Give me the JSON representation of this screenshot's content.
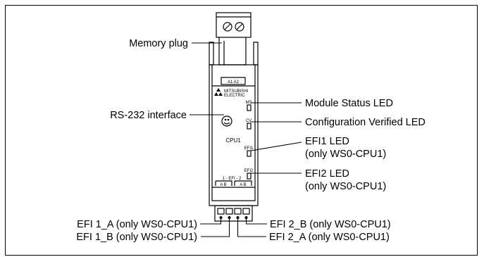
{
  "labels": {
    "memory_plug": "Memory plug",
    "rs232": "RS-232 interface",
    "module_status_led": "Module Status LED",
    "config_verified_led": "Configuration Verified LED",
    "efi1_led_line1": "EFI1 LED",
    "efi1_led_line2": "(only WS0-CPU1)",
    "efi2_led_line1": "EFI2 LED",
    "efi2_led_line2": "(only WS0-CPU1)",
    "efi1_a": "EFI 1_A (only WS0-CPU1)",
    "efi1_b": "EFI 1_B (only WS0-CPU1)",
    "efi2_b": "EFI 2_B (only WS0-CPU1)",
    "efi2_a": "EFI 2_A (only WS0-CPU1)"
  },
  "device": {
    "terminal_top": "A1  A2",
    "brand_line1": "MITSUBISHI",
    "brand_line2": "ELECTRIC",
    "ms": "MS",
    "cv": "CV",
    "model": "CPU1",
    "efi1": "EFI1",
    "efi2": "EFI2",
    "efi_row": "1 - EFI - 2",
    "ab1": "A   B",
    "ab2": "A   B"
  }
}
